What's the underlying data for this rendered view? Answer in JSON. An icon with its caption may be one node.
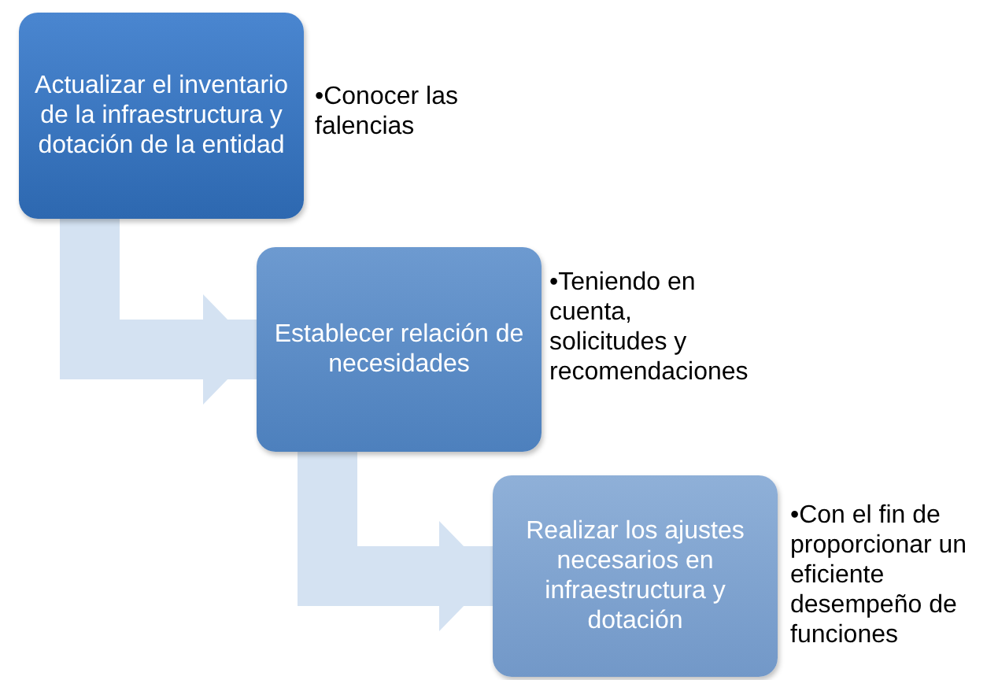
{
  "diagram": {
    "nodes": [
      {
        "text": [
          "Actualizar el inventario de la infraestructura y dotación de la entidad"
        ],
        "beside": [
          "•Conocer las falencias"
        ]
      },
      {
        "text": [
          "Establecer relación de necesidades"
        ],
        "beside": [
          "•Teniendo en cuenta, solicitudes y recomendaciones"
        ]
      },
      {
        "text": [
          "Realizar los ajustes necesarios en infraestructura y dotación"
        ],
        "beside": [
          "•Con el fin de proporcionar un eficiente desempeño de funciones"
        ]
      }
    ],
    "edges": [
      {
        "from": 0,
        "to": 1,
        "arrow": "to"
      },
      {
        "from": 1,
        "to": 2,
        "arrow": "to"
      }
    ]
  }
}
